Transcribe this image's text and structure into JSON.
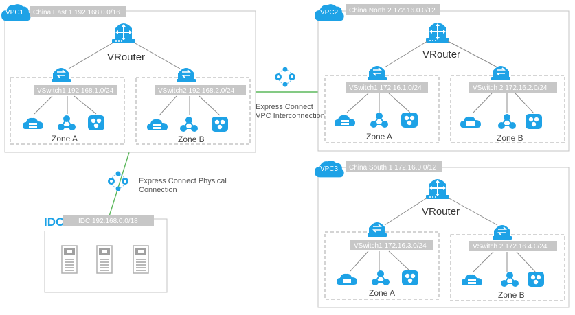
{
  "vpc1": {
    "badge": "VPC1",
    "region": "China East 1 192.168.0.0/16",
    "router": "VRouter",
    "vswitch_a": "VSwitch1  192.168.1.0/24",
    "vswitch_b": "VSwitch2 192.168.2.0/24",
    "zone_a": "Zone A",
    "zone_b": "Zone B"
  },
  "vpc2": {
    "badge": "VPC2",
    "region": "China North 2 172.16.0.0/12",
    "router": "VRouter",
    "vswitch_a": "VSwitch1 172.16.1.0/24",
    "vswitch_b": "VSwitch 2  172.16.2.0/24",
    "zone_a": "Zone A",
    "zone_b": "Zone B"
  },
  "vpc3": {
    "badge": "VPC3",
    "region": "China South 1 172.16.0.0/12",
    "router": "VRouter",
    "vswitch_a": "VSwitch1  172.16.3.0/24",
    "vswitch_b": "VSwitch 2 172.16.4.0/24",
    "zone_a": "Zone A",
    "zone_b": "Zone B"
  },
  "idc": {
    "logo": "IDC",
    "label": "IDC 192.168.0.0/18"
  },
  "links": {
    "vpc_interconnect_line1": "Express Connect",
    "vpc_interconnect_line2": "VPC Interconnection",
    "physical_line1": "Express Connect Physical",
    "physical_line2": "Connection"
  },
  "icons": {
    "router": "router-icon",
    "vswitch": "switch-icon",
    "cloud_server": "cloud-server-icon",
    "network_node": "network-node-icon",
    "service": "service-icon",
    "express_connect": "express-connect-icon",
    "server": "server-rack-icon",
    "accent": "#1ea2e6",
    "link_color": "#5cb85c"
  }
}
